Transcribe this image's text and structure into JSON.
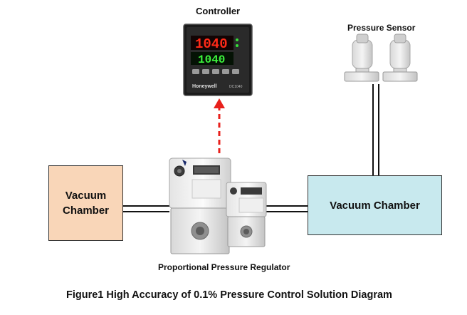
{
  "labels": {
    "controller": "Controller",
    "pressure_sensor": "Pressure Sensor",
    "regulator": "Proportional Pressure Regulator",
    "caption": "Figure1  High Accuracy of 0.1% Pressure Control Solution Diagram"
  },
  "left_chamber": {
    "line1": "Vacuum",
    "line2": "Chamber",
    "fill": "#F9D6B8",
    "stroke": "#333333"
  },
  "right_chamber": {
    "label": "Vacuum Chamber",
    "fill": "#C8E9EE",
    "stroke": "#333333"
  },
  "controller_display": {
    "pv": "1040",
    "sv": "1040",
    "brand": "Honeywell",
    "model": "DC1040"
  },
  "signal_arrow": {
    "color": "#E8201C",
    "style": "dashed"
  },
  "icons": {
    "controller": "controller-device-icon",
    "sensors": "pressure-sensor-icon",
    "regulator": "proportional-regulator-icon"
  }
}
